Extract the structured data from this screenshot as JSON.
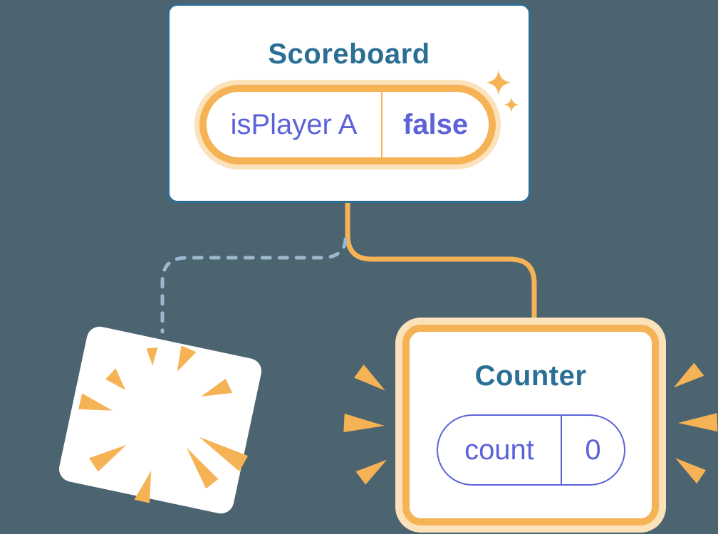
{
  "colors": {
    "background": "#4c6470",
    "card_border": "#2e6e93",
    "title_text": "#2b6f95",
    "accent_orange": "#f6b355",
    "accent_orange_glow": "#fbe2ba",
    "state_purple": "#5c63d8",
    "dashed_line_blue": "#9cb8ce",
    "card_white": "#ffffff"
  },
  "scoreboard": {
    "title": "Scoreboard",
    "state": {
      "name": "isPlayer A",
      "value": "false"
    }
  },
  "counter": {
    "title": "Counter",
    "state": {
      "name": "count",
      "value": "0"
    }
  }
}
